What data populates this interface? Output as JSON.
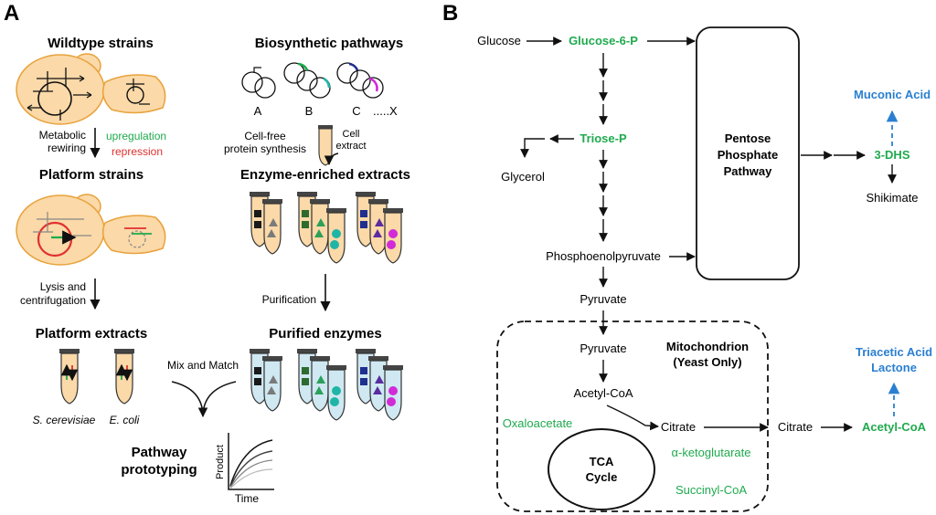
{
  "panel_a": {
    "label": "A",
    "wildtype_title": "Wildtype strains",
    "rewiring_label": [
      "Metabolic",
      "rewiring"
    ],
    "upregulation": "upregulation",
    "repression": "repression",
    "platform_strains_title": "Platform strains",
    "lysis_label": [
      "Lysis and",
      "centrifugation"
    ],
    "platform_extracts_title": "Platform extracts",
    "species": [
      "S. cerevisiae",
      "E. coli"
    ],
    "mix_label": "Mix and Match",
    "pathway_prototyping": [
      "Pathway",
      "prototyping"
    ],
    "plot_ylabel": "Product",
    "plot_xlabel": "Time",
    "biosynthetic_title": "Biosynthetic pathways",
    "plasmid_labels": [
      "A",
      "B",
      "C",
      ".....X"
    ],
    "cell_extract": [
      "Cell",
      "extract"
    ],
    "cell_free_label": [
      "Cell-free",
      "protein synthesis"
    ],
    "enzyme_title": "Enzyme-enriched extracts",
    "purification_label": "Purification",
    "purified_title": "Purified enzymes"
  },
  "panel_b": {
    "label": "B",
    "glucose": "Glucose",
    "g6p": "Glucose-6-P",
    "triose": "Triose-P",
    "glycerol": "Glycerol",
    "pep": "Phosphoenolpyruvate",
    "pyruvate": "Pyruvate",
    "ppp": [
      "Pentose",
      "Phosphate",
      "Pathway"
    ],
    "dhs": "3-DHS",
    "muconic": "Muconic Acid",
    "shikimate": "Shikimate",
    "mito": [
      "Mitochondrion",
      "(Yeast Only)"
    ],
    "mito_pyruvate": "Pyruvate",
    "acetyl_coa_mito": "Acetyl-CoA",
    "oxaloacetate": "Oxaloacetate",
    "citrate_inner": "Citrate",
    "citrate_outer": "Citrate",
    "acetyl_coa": "Acetyl-CoA",
    "tal": [
      "Triacetic Acid",
      "Lactone"
    ],
    "tca": [
      "TCA",
      "Cycle"
    ],
    "akg": "α-ketoglutarate",
    "succinyl": "Succinyl-CoA"
  },
  "colors": {
    "green": "#1faa4e",
    "blue": "#2a7fd0",
    "red": "#e03030",
    "cell_fill": "#fbd9a8",
    "cell_stroke": "#e8a23c",
    "tube_blue": "#cfe8f2",
    "black_sq": "#1a1a1a",
    "gray_tri": "#7a7a7a",
    "dkgreen_sq": "#2e6b2e",
    "green_tri": "#2ca05a",
    "teal_hex": "#1fb5a6",
    "navy_sq": "#1f2f8f",
    "purple_tri": "#5a2ca0",
    "magenta_circ": "#d22ad6"
  }
}
